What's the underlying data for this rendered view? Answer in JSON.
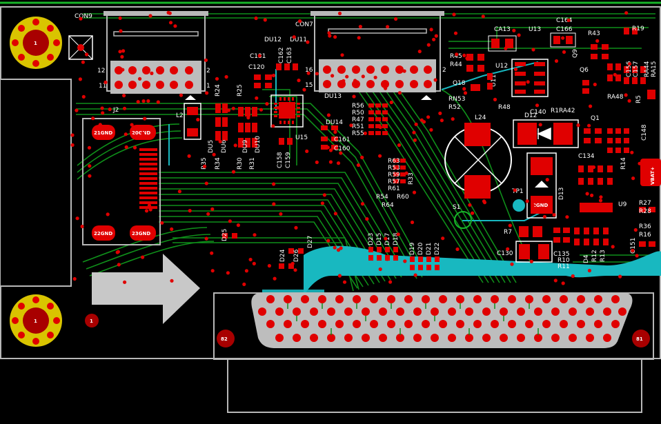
{
  "colors": {
    "background": "#000000",
    "board_outline": "#b8b8b8",
    "trace": "#0f8f1a",
    "trace_bright": "#18b52a",
    "copper_pad": "#e00000",
    "via": "#e00000",
    "silkscreen": "#ffffff",
    "mount_ring": "#d9c400",
    "cyan_pour": "#18b8c0",
    "connector_body": "#bdbdbd"
  },
  "designators": {
    "con9": "CON9",
    "con7": "CON7",
    "j2": "J2",
    "l2": "L2",
    "l24": "L24",
    "u15": "U15",
    "u13": "U13",
    "u12": "U12",
    "u9": "U9",
    "u11": "U11",
    "q1": "Q1",
    "q6": "Q6",
    "q9": "Q9",
    "q18": "Q18",
    "d12": "D12",
    "d13": "D13",
    "d25": "D25",
    "d27": "D27",
    "d24": "D24",
    "d26": "D26",
    "ca13": "CA13",
    "c164": "C164",
    "c166": "C166",
    "r43": "R43",
    "r45": "R45",
    "r44": "R44",
    "rn53": "RN53",
    "r52": "R52",
    "r48": "R48",
    "c140": "C140",
    "r1ra42": "R1RA42",
    "ra48": "RA48",
    "r56": "R56",
    "r50": "R50",
    "r47": "R47",
    "r51": "R51",
    "r55": "R55",
    "r57": "R57",
    "c131": "C131",
    "c120": "C120",
    "c162": "C162",
    "c163": "C163",
    "c161": "C161",
    "c160": "C160",
    "c158": "C158",
    "c159": "C159",
    "du12": "DU12",
    "du11": "DU11",
    "du13": "DU13",
    "du14": "DU14",
    "du5": "DU5",
    "du6": "DU6",
    "du9": "DU9",
    "du10": "DU10",
    "r24": "R24",
    "r25": "R25",
    "r35": "R35",
    "r34": "R34",
    "r30": "R30",
    "r31": "R31",
    "r63": "R63",
    "r58": "R58",
    "r59": "R59",
    "r61": "R61",
    "r54": "R54",
    "r64": "R64",
    "r60": "R60",
    "r33": "R33",
    "d23": "D23",
    "d15": "D15",
    "d17": "D17",
    "d18": "D18",
    "d19": "D19",
    "d20": "D20",
    "d21": "D21",
    "d22": "D22",
    "c130": "C130",
    "c135": "C135",
    "r7": "R7",
    "r10": "R10",
    "r11": "R11",
    "d4": "D4",
    "r12": "R12",
    "r13": "R13",
    "c151": "C151",
    "c134": "C134",
    "tp1": "TP1",
    "s1": "S1",
    "r27": "R27",
    "r28": "R28",
    "r36": "R36",
    "r16": "R16",
    "r14": "R14",
    "c148": "C148",
    "r5": "R5",
    "ra44": "RA44",
    "ra15": "RA15",
    "c156": "C156",
    "c157": "C157",
    "r19": "R19"
  },
  "pin_labels": {
    "con9_pin1": "1",
    "con9_pin2": "2",
    "con9_pin11": "11",
    "con9_pin12": "12",
    "con7_pin15": "15",
    "con7_pin16": "16",
    "con7_pin2": "2",
    "j2_pad21": "21GND",
    "j2_pad20": "20GND",
    "j2_pad22": "22GND",
    "j2_pad23": "23GND",
    "tp_gnd": "2GND",
    "vbat": "VBAT+",
    "mount_top": "1",
    "mount_bottom": "1",
    "fiducial": "1",
    "db_pin82": "82",
    "db_pin81": "81"
  }
}
